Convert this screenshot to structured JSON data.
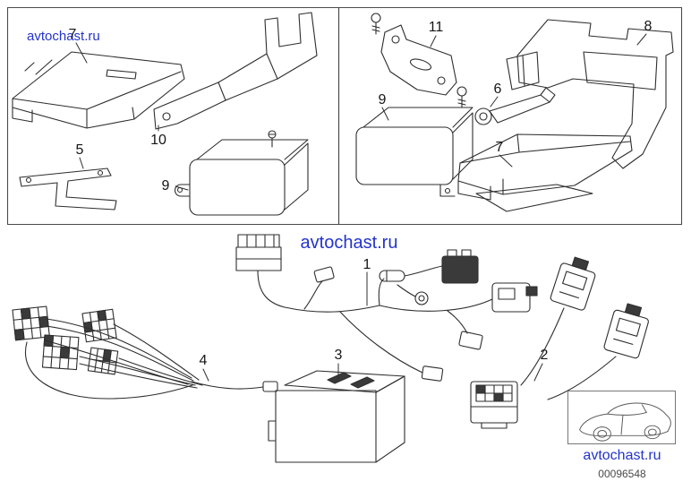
{
  "watermarks": {
    "top_left": "avtochast.ru",
    "center": "avtochast.ru",
    "bottom_right": "avtochast.ru"
  },
  "callouts": {
    "c7_left": "7",
    "c10": "10",
    "c5": "5",
    "c9_left": "9",
    "c11": "11",
    "c9_right": "9",
    "c6": "6",
    "c8": "8",
    "c7_right": "7",
    "c1": "1",
    "c4": "4",
    "c3": "3",
    "c2": "2"
  },
  "footer": {
    "diagram_code": "00096548"
  },
  "thumbnail": {
    "icon": "car-side-view"
  },
  "colors": {
    "watermark_blue": "#2333cc",
    "line": "#2e2e2e"
  }
}
